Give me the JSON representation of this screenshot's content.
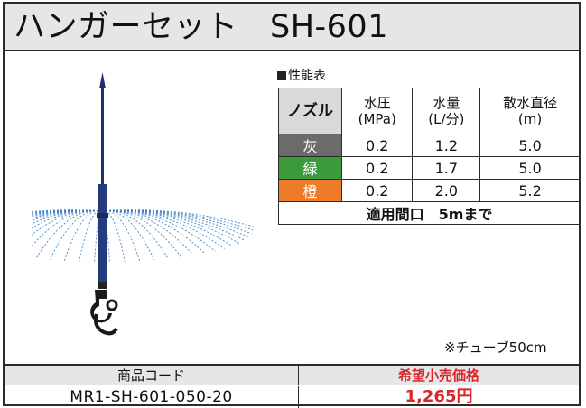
{
  "title": "ハンガーセット　SH-601",
  "spec": {
    "heading": "性能表",
    "headers": {
      "nozzle": "ノズル",
      "pressure": "水圧",
      "pressure_unit": "(MPa)",
      "flow": "水量",
      "flow_unit": "(L/分)",
      "diameter": "散水直径",
      "diameter_unit": "(m)"
    },
    "rows": [
      {
        "nozzle": "灰",
        "color": "#6b6b6b",
        "pressure": "0.2",
        "flow": "1.2",
        "diameter": "5.0"
      },
      {
        "nozzle": "緑",
        "color": "#3a9a3c",
        "pressure": "0.2",
        "flow": "1.7",
        "diameter": "5.0"
      },
      {
        "nozzle": "橙",
        "color": "#ee7b2a",
        "pressure": "0.2",
        "flow": "2.0",
        "diameter": "5.2"
      }
    ],
    "usage": "適用間口　5mまで"
  },
  "note": "※チューブ50cm",
  "product": {
    "code_label": "商品コード",
    "code": "MR1-SH-601-050-20",
    "price_label": "希望小売価格",
    "price": "1,265円"
  },
  "colors": {
    "accent_red": "#d8262b",
    "header_gray": "#e6e6e6",
    "spray_blue": "#3a7fc4",
    "pipe_navy": "#1e2f6e"
  }
}
